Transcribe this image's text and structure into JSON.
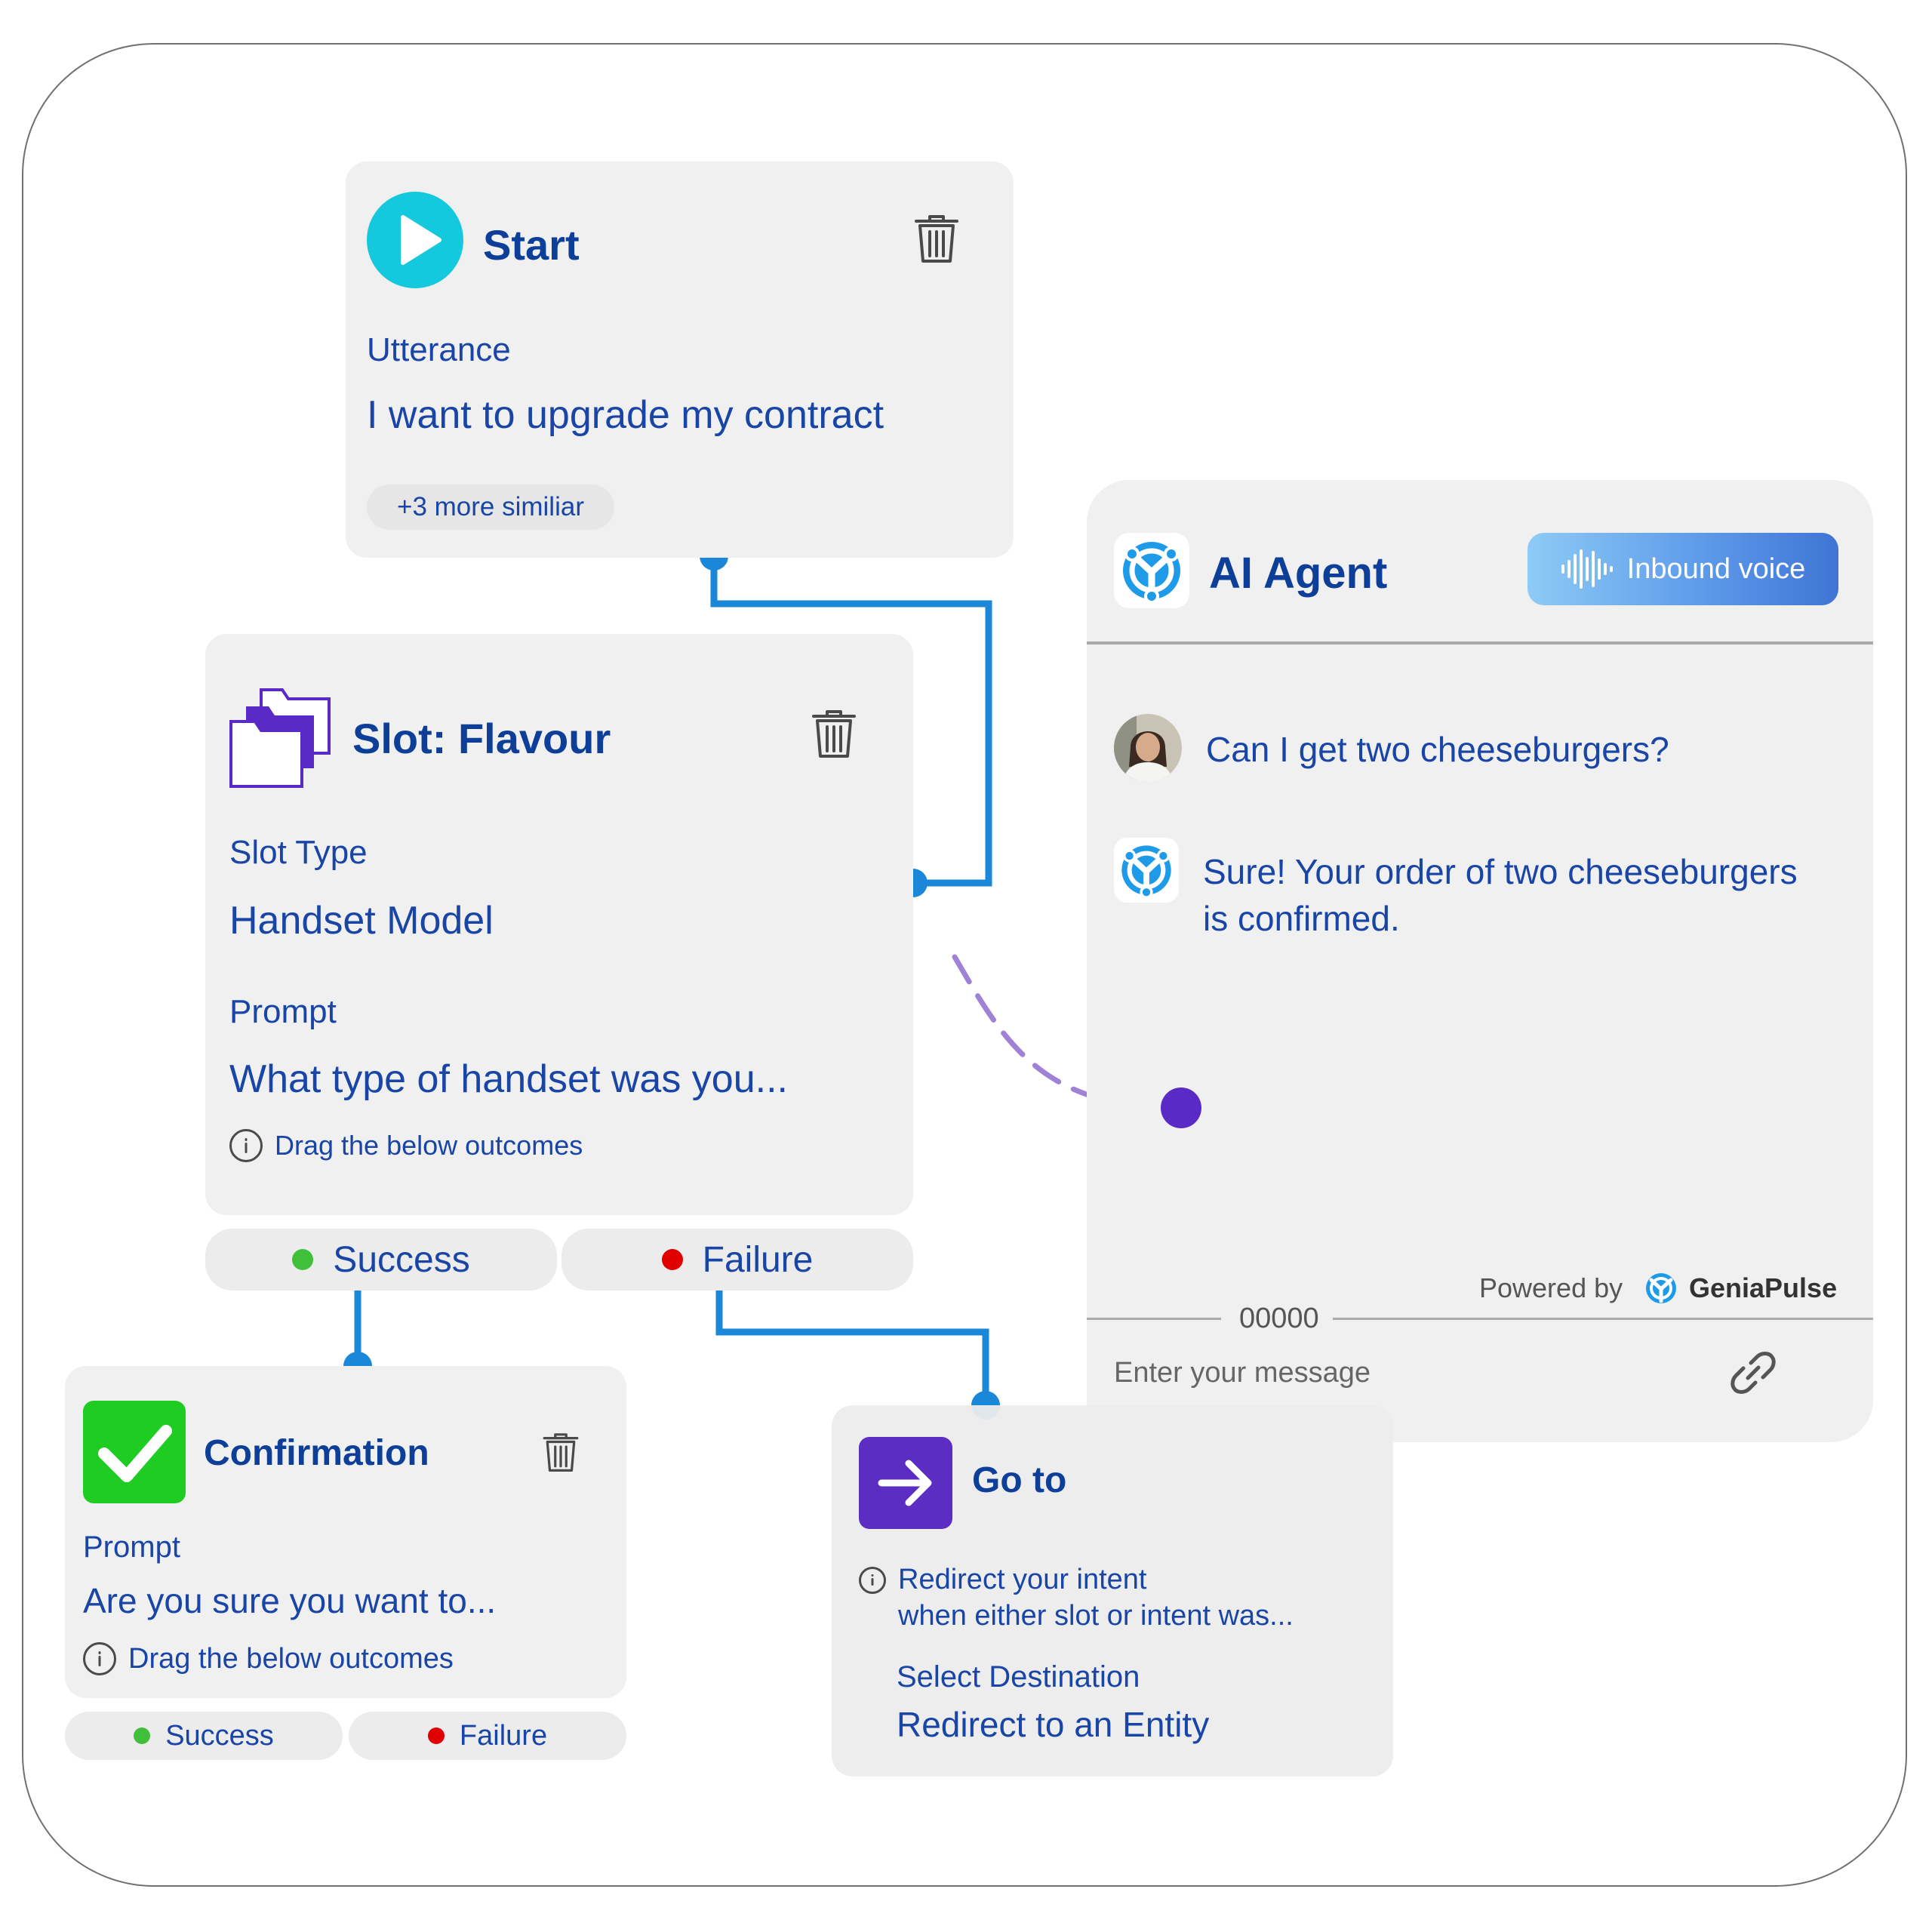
{
  "start": {
    "title": "Start",
    "utterance_label": "Utterance",
    "utterance_value": "I want to upgrade my contract",
    "similar_pill": "+3 more similiar",
    "icon": "play-icon"
  },
  "slot": {
    "title": "Slot: Flavour",
    "slot_type_label": "Slot Type",
    "slot_type_value": "Handset Model",
    "prompt_label": "Prompt",
    "prompt_value": "What type of handset was you...",
    "hint": "Drag the below outcomes",
    "success": "Success",
    "failure": "Failure",
    "icon": "folders-icon"
  },
  "confirmation": {
    "title": "Confirmation",
    "prompt_label": "Prompt",
    "prompt_value": "Are you sure you want to...",
    "hint": "Drag the below outcomes",
    "success": "Success",
    "failure": "Failure",
    "icon": "checkmark-icon"
  },
  "goto": {
    "title": "Go to",
    "info_line1": "Redirect your intent",
    "info_line2": "when either slot or intent was...",
    "destination_label": "Select Destination",
    "destination_value": "Redirect to an Entity",
    "icon": "arrow-right-icon"
  },
  "agent": {
    "title": "AI Agent",
    "badge": "Inbound voice",
    "user_message": "Can I get two cheeseburgers?",
    "bot_message_line1": "Sure! Your order of two cheeseburgers",
    "bot_message_line2": "is confirmed.",
    "powered_by": "Powered by",
    "brand": "GeniaPulse",
    "counter": "00000",
    "input_placeholder": "Enter your message"
  },
  "colors": {
    "text_blue": "#1845a6",
    "title_blue": "#0d3f99",
    "connector_blue": "#1a87d8",
    "dashed_purple": "#9f82d6",
    "node_purple": "#5a2ac7",
    "success_green": "#40c03a",
    "failure_red": "#e00000",
    "start_cyan": "#14c8dd",
    "check_green": "#1fcc22",
    "goto_purple": "#5b2dc2"
  }
}
